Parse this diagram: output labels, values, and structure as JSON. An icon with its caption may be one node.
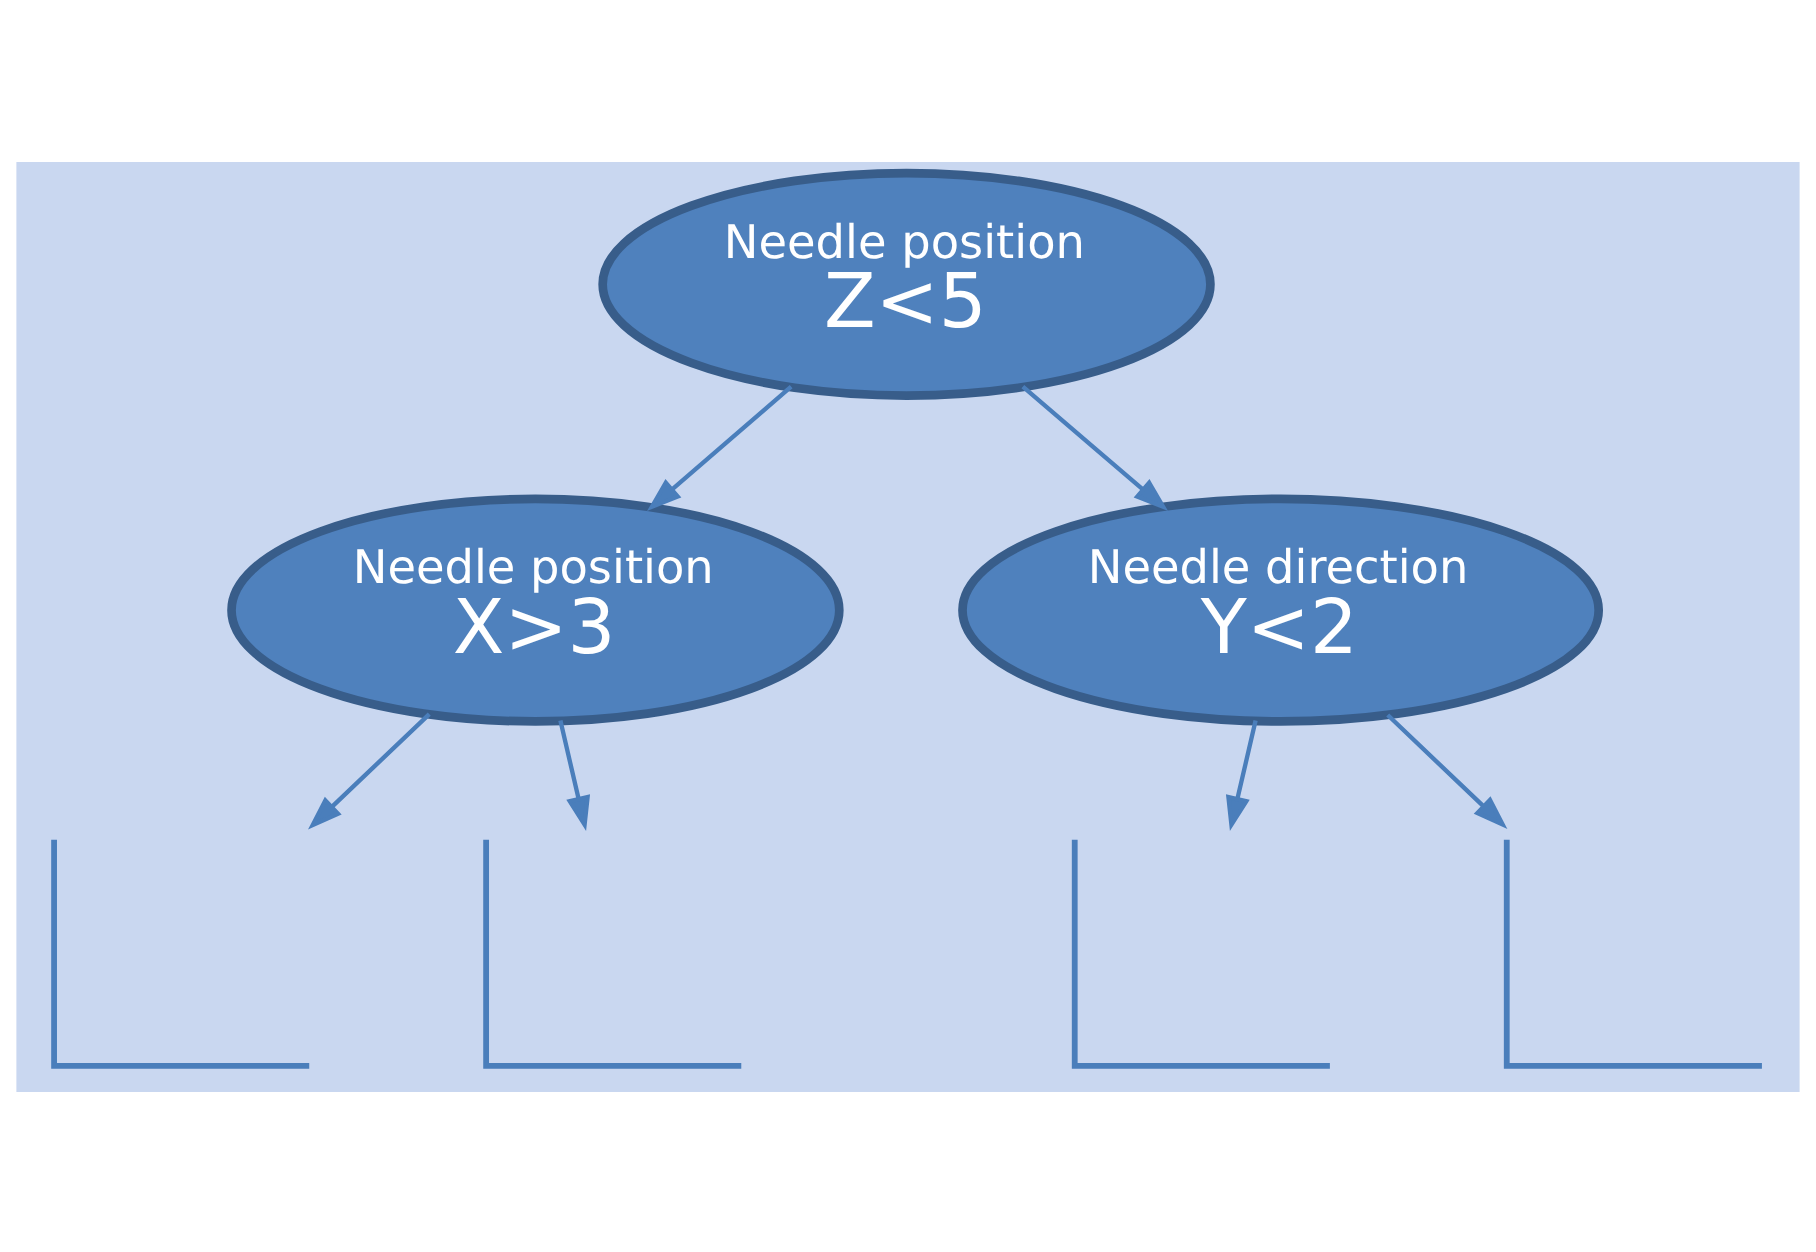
{
  "diagram": {
    "nodes": [
      {
        "text": [
          "Needle position",
          "Z<5"
        ]
      },
      {
        "text": [
          "Needle position",
          "X>3"
        ]
      },
      {
        "text": [
          "Needle direction",
          "Y<2"
        ]
      },
      {
        "text": [],
        "shape": "picture"
      },
      {
        "text": [],
        "shape": "picture"
      },
      {
        "text": [],
        "shape": "picture"
      },
      {
        "text": [],
        "shape": "picture"
      }
    ],
    "edges": [
      {
        "from": 0,
        "to": 1,
        "arrow": "to"
      },
      {
        "from": 0,
        "to": 2,
        "arrow": "to"
      },
      {
        "from": 1,
        "to": 3,
        "arrow": "to"
      },
      {
        "from": 1,
        "to": 4,
        "arrow": "to"
      },
      {
        "from": 2,
        "to": 5,
        "arrow": "to"
      },
      {
        "from": 2,
        "to": 6,
        "arrow": "to"
      }
    ]
  }
}
